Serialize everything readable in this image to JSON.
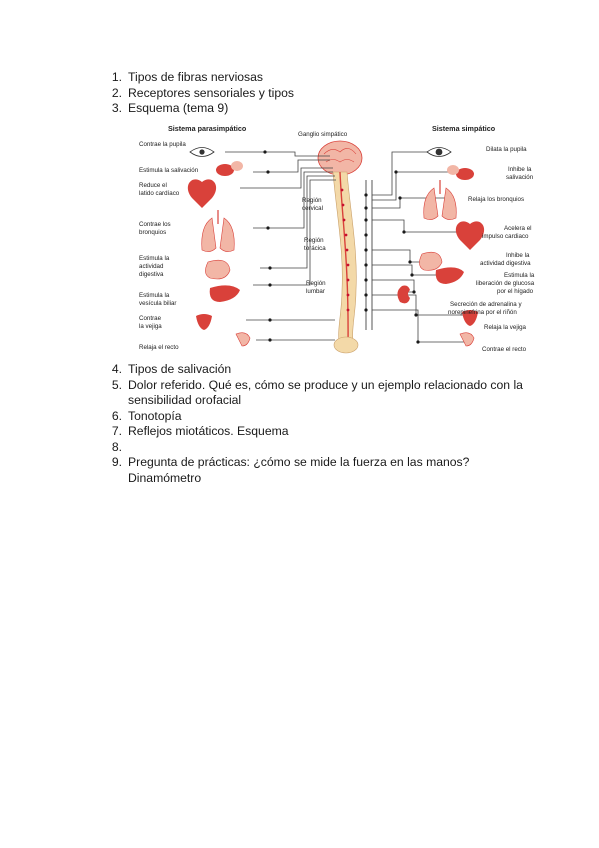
{
  "list_a": [
    {
      "n": "1.",
      "t": "Tipos de fibras nerviosas"
    },
    {
      "n": "2.",
      "t": "Receptores sensoriales y tipos"
    },
    {
      "n": "3.",
      "t": "Esquema (tema 9)"
    }
  ],
  "list_b": [
    {
      "n": "4.",
      "t": "Tipos de salivación"
    },
    {
      "n": "5.",
      "t": "Dolor referido. Qué es, cómo se produce y un ejemplo relacionado con la sensibilidad orofacial"
    },
    {
      "n": "6.",
      "t": "Tonotopía"
    },
    {
      "n": "7.",
      "t": "Reflejos miotáticos. Esquema"
    },
    {
      "n": "8.",
      "t": ""
    },
    {
      "n": "9.",
      "t": "Pregunta de prácticas: ¿cómo se mide la fuerza en las manos? Dinamómetro"
    }
  ],
  "diagram": {
    "header_left": "Sistema parasimpático",
    "header_center": "Ganglio simpático",
    "header_right": "Sistema simpático",
    "left_labels": {
      "pupila": "Contrae la pupila",
      "salivacion": "Estimula la salivación",
      "latido1": "Reduce el",
      "latido2": "latido cardíaco",
      "bronquios1": "Contrae los",
      "bronquios2": "bronquios",
      "digestiva1": "Estimula la",
      "digestiva2": "actividad",
      "digestiva3": "digestiva",
      "vesicula1": "Estimula la",
      "vesicula2": "vesícula biliar",
      "vejiga1": "Contrae",
      "vejiga2": "la vejiga",
      "recto": "Relaja el recto"
    },
    "regions": {
      "cervical1": "Región",
      "cervical2": "cervical",
      "toracica1": "Región",
      "toracica2": "torácica",
      "lumbar1": "Región",
      "lumbar2": "lumbar"
    },
    "right_labels": {
      "pupila": "Dilata la pupila",
      "saliva1": "Inhibe la",
      "saliva2": "salivación",
      "bronquios": "Relaja los bronquios",
      "impulso1": "Acelera el",
      "impulso2": "impulso cardiaco",
      "digestiva1": "Inhibe la",
      "digestiva2": "actividad digestiva",
      "glucosa1": "Estimula la",
      "glucosa2": "liberación de glucosa",
      "glucosa3": "por el hígado",
      "adrenalina1": "Secreción de adrenalina y",
      "adrenalina2": "norepinefrina por el riñón",
      "vejiga": "Relaja la vejiga",
      "recto": "Contrae el recto"
    },
    "colors": {
      "organ": "#d9413a",
      "organ_light": "#f2b6a6",
      "spine": "#f3d9a8",
      "dot": "#c8102e",
      "line": "#444444"
    }
  }
}
